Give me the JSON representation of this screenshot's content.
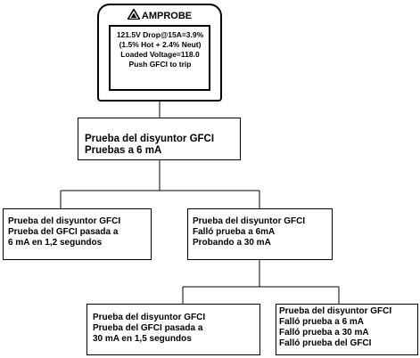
{
  "device": {
    "brand": "AMPROBE",
    "logo_icon": "amprobe-triangle-logo-icon",
    "screen_lines": [
      "121.5V Drop@15A=3.9%",
      "(1.5% Hot + 2.4% Neut)",
      "Loaded Voltage=118.0",
      "Push GFCI to trip"
    ]
  },
  "nodes": {
    "root": [
      "Prueba del disyuntor GFCI",
      "Pruebas a 6 mA"
    ],
    "pass_6ma": [
      "Prueba del disyuntor GFCI",
      "Prueba del GFCI pasada a",
      "6 mA en 1,2 segundos"
    ],
    "fail_6ma": [
      "Prueba del disyuntor GFCI",
      "Falló prueba a 6mA",
      "Probando a 30 mA"
    ],
    "pass_30ma": [
      "Prueba del disyuntor GFCI",
      "Prueba del GFCI pasada a",
      "30 mA en 1,5 segundos"
    ],
    "fail_30ma": [
      "Prueba del disyuntor GFCI",
      "Falló prueba a 6 mA",
      "Falló prueba a 30 mA",
      "Falló prueba del GFCI"
    ]
  }
}
